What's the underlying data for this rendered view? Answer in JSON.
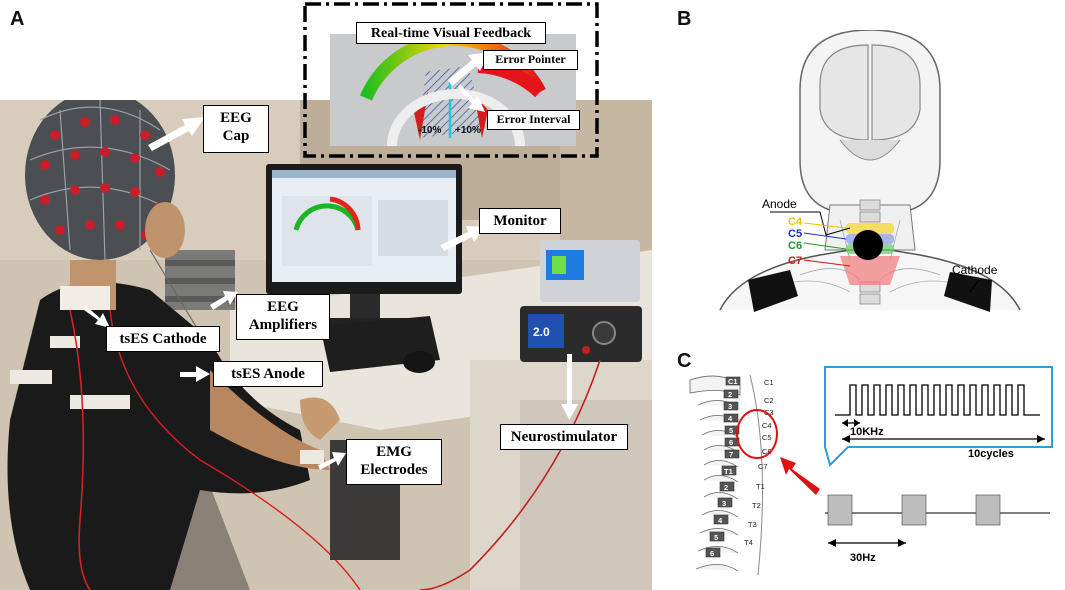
{
  "panels": {
    "a": "A",
    "b": "B",
    "c": "C"
  },
  "panel_a": {
    "feedback_title": "Real-time Visual Feedback",
    "error_pointer": "Error Pointer",
    "error_interval": "Error Interval",
    "tick_minus": "-10%",
    "tick_plus": "+10%",
    "eeg_cap": [
      "EEG",
      "Cap"
    ],
    "monitor": "Monitor",
    "eeg_amplifiers": [
      "EEG",
      "Amplifiers"
    ],
    "tses_cathode": "tsES Cathode",
    "tses_anode": "tsES Anode",
    "emg_electrodes": [
      "EMG",
      "Electrodes"
    ],
    "neurostimulator": "Neurostimulator",
    "stim_display": "2.0"
  },
  "panel_b": {
    "anode": "Anode",
    "cathode": "Cathode",
    "levels": [
      {
        "label": "C4",
        "color": "#f0c000"
      },
      {
        "label": "C5",
        "color": "#1a2fd6"
      },
      {
        "label": "C6",
        "color": "#1a9a2a"
      },
      {
        "label": "C7",
        "color": "#e01010"
      }
    ]
  },
  "panel_c": {
    "vertebrae_right": [
      "C1",
      "C2",
      "C3",
      "C4",
      "C5",
      "C6",
      "C7",
      "T1",
      "T2",
      "T3",
      "T4"
    ],
    "vertebrae_left": [
      "C1",
      "2",
      "3",
      "4",
      "5",
      "6",
      "7",
      "T1",
      "2",
      "3",
      "4",
      "5",
      "6"
    ],
    "freq_carrier": "10KHz",
    "cycles": "10cycles",
    "freq_burst": "30Hz"
  },
  "colors": {
    "callout_border": "#000000",
    "zoom_box": "#2a9fd6",
    "highlight": "#e01010"
  }
}
